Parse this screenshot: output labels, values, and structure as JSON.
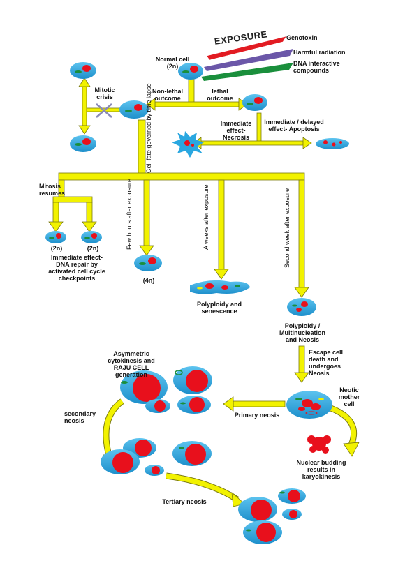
{
  "diagram": {
    "exposure": "EXPOSURE",
    "agents": [
      "Genotoxin",
      "Harmful radiation",
      "DNA interactive compounds"
    ],
    "normal_cell": "Normal cell (2n)",
    "non_lethal": "Non-lethal outcome",
    "lethal": "lethal outcome",
    "mitotic_crisis": "Mitotic crisis",
    "necrosis": "Immediate effect- Necrosis",
    "apoptosis": "Immediate / delayed effect- Apoptosis",
    "cell_fate": "Cell fate governed by time lapse",
    "mitosis_resumes": "Mitosis resumes",
    "two_n_a": "(2n)",
    "two_n_b": "(2n)",
    "dna_repair": "Immediate effect-DNA repair by activated cell cycle checkpoints",
    "few_hours": "Few hours after exposure",
    "four_n": "(4n)",
    "a_weeks": "A weeks after exposure",
    "polyploidy_senescence": "Polyploidy and senescence",
    "second_week": "Second week after exposure",
    "polyploidy_multi": "Polyploidy / Multinucleation and Neosis",
    "escape": "Escape cell death and undergoes Neosis",
    "neotic_mother": "Neotic mother cell",
    "nuclear_budding": "Nuclear budding results in karyokinesis",
    "primary_neosis": "Primary neosis",
    "asymmetric": "Asymmetric cytokinesis and RAJU CELL generation",
    "secondary_neosis": "secondary neosis",
    "tertiary_neosis": "Tertiary neosis"
  },
  "colors": {
    "cell_body": "#2aa7e0",
    "nucleus": "#e8101c",
    "arrow_fill": "#f2f200",
    "arrow_stroke": "#7a7a10",
    "ribbon_red": "#e21b22",
    "ribbon_purple": "#6b57a8",
    "ribbon_green": "#1a8f3c"
  }
}
